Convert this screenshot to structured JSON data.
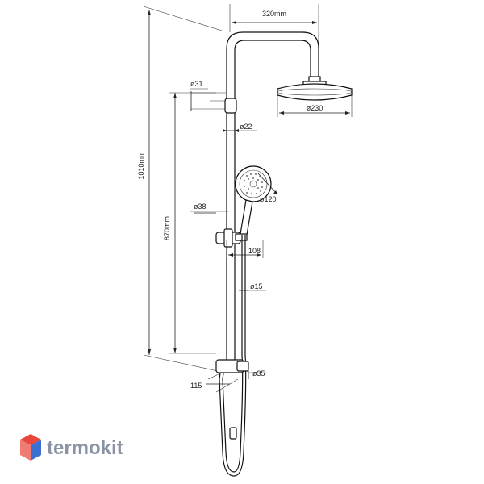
{
  "dimensions": {
    "width_top": "320mm",
    "total_height": "1010mm",
    "rail_height": "870mm",
    "wall_bracket_top": "ø31",
    "pipe": "ø22",
    "head_shower": "ø230",
    "hand_shower": "ø120",
    "slider": "ø38",
    "slider_offset": "108",
    "hose": "ø15",
    "bottom_bracket": "ø35",
    "bottom_offset": "115"
  },
  "brand": {
    "name": "termokit",
    "colors": {
      "logo_red": "#e8473c",
      "logo_blue": "#3b6fd1",
      "logo_text": "#8a93a3"
    }
  }
}
